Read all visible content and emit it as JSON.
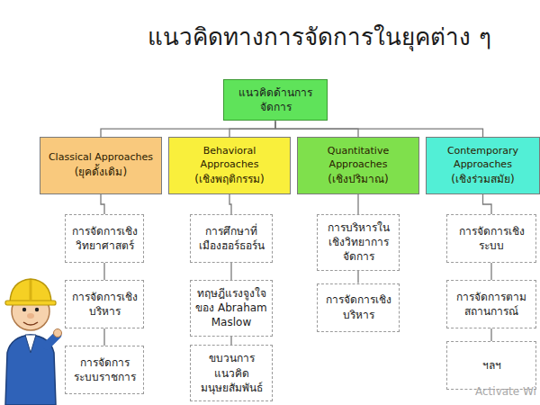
{
  "diagram": {
    "title": "แนวคิดทางการจัดการในยุคต่าง ๆ",
    "nodes": [
      {
        "text": [
          "แนวคิดด้านการจัดการ"
        ]
      },
      {
        "text": [
          "Classical Approaches",
          "(ยุคดั้งเดิม)"
        ]
      },
      {
        "text": [
          "Behavioral Approaches",
          "(เชิงพฤติกรรม)"
        ]
      },
      {
        "text": [
          "Quantitative Approaches",
          "(เชิงปริมาณ)"
        ]
      },
      {
        "text": [
          "Contemporary Approaches",
          "(เชิงร่วมสมัย)"
        ]
      },
      {
        "text": [
          "การจัดการเชิงวิทยาศาสตร์"
        ]
      },
      {
        "text": [
          "การจัดการเชิงบริหาร"
        ]
      },
      {
        "text": [
          "การจัดการระบบราชการ"
        ]
      },
      {
        "text": [
          "การศึกษาที่เมืองฮอร์ธอร์น"
        ]
      },
      {
        "text": [
          "ทฤษฎีแรงจูงใจของ Abraham Maslow"
        ]
      },
      {
        "text": [
          "ขบวนการแนวคิดมนุษยสัมพันธ์"
        ]
      },
      {
        "text": [
          "การบริหารในเชิงวิทยาการจัดการ"
        ]
      },
      {
        "text": [
          "การจัดการเชิงบริหาร"
        ]
      },
      {
        "text": [
          "การจัดการเชิงระบบ"
        ]
      },
      {
        "text": [
          "การจัดการตามสถานการณ์"
        ]
      },
      {
        "text": [
          "ฯลฯ"
        ]
      }
    ],
    "edges": [
      {
        "from": 0,
        "to": 1,
        "arrow": "none"
      },
      {
        "from": 0,
        "to": 2,
        "arrow": "none"
      },
      {
        "from": 0,
        "to": 3,
        "arrow": "none"
      },
      {
        "from": 0,
        "to": 4,
        "arrow": "none"
      },
      {
        "from": 1,
        "to": 5,
        "arrow": "none"
      },
      {
        "from": 5,
        "to": 6,
        "arrow": "none"
      },
      {
        "from": 6,
        "to": 7,
        "arrow": "none"
      },
      {
        "from": 2,
        "to": 8,
        "arrow": "none"
      },
      {
        "from": 8,
        "to": 9,
        "arrow": "none"
      },
      {
        "from": 9,
        "to": 10,
        "arrow": "none"
      },
      {
        "from": 3,
        "to": 11,
        "arrow": "none"
      },
      {
        "from": 11,
        "to": 12,
        "arrow": "none"
      },
      {
        "from": 4,
        "to": 13,
        "arrow": "none"
      },
      {
        "from": 13,
        "to": 14,
        "arrow": "none"
      },
      {
        "from": 14,
        "to": 15,
        "arrow": "none"
      }
    ],
    "labels": [
      "Activate Wi"
    ]
  }
}
